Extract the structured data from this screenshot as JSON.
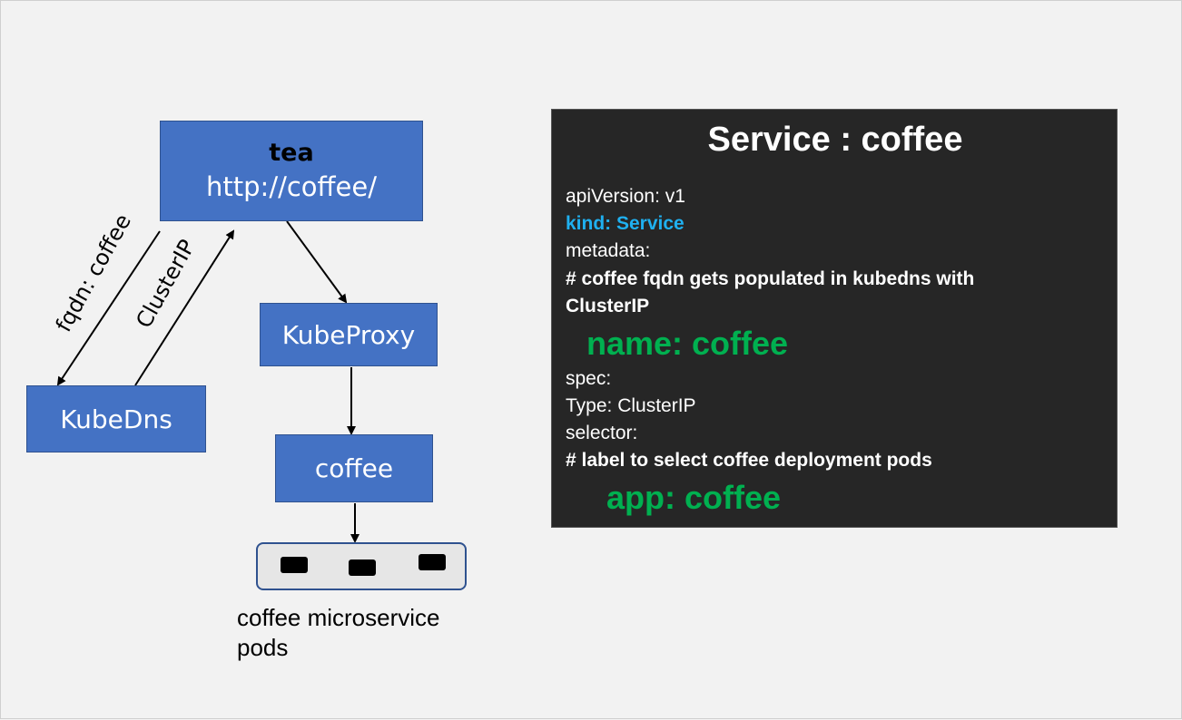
{
  "diagram": {
    "tea_box": {
      "title": "tea",
      "url": "http://coffee/"
    },
    "kubeproxy_box": {
      "label": "KubeProxy"
    },
    "kubedns_box": {
      "label": "KubeDns"
    },
    "coffee_box": {
      "label": "coffee"
    },
    "edge_labels": {
      "fqdn": "fqdn: coffee",
      "clusterip": "ClusterIP"
    },
    "pods_caption_line1": "coffee microservice",
    "pods_caption_line2": "pods"
  },
  "panel": {
    "title": "Service : coffee",
    "api_version": "apiVersion: v1",
    "kind": "kind: Service",
    "metadata": "metadata:",
    "comment_fqdn_line1": "# coffee fqdn gets populated in kubedns with",
    "comment_fqdn_line2": "ClusterIP",
    "name": "name: coffee",
    "spec": "spec:",
    "type": "Type: ClusterIP",
    "selector": "selector:",
    "comment_label": "# label to select coffee deployment pods",
    "app": "app: coffee"
  },
  "colors": {
    "box_fill": "#4472c4",
    "panel_bg": "#262626",
    "kind_blue": "#1fb0f0",
    "highlight_green": "#00b050"
  }
}
